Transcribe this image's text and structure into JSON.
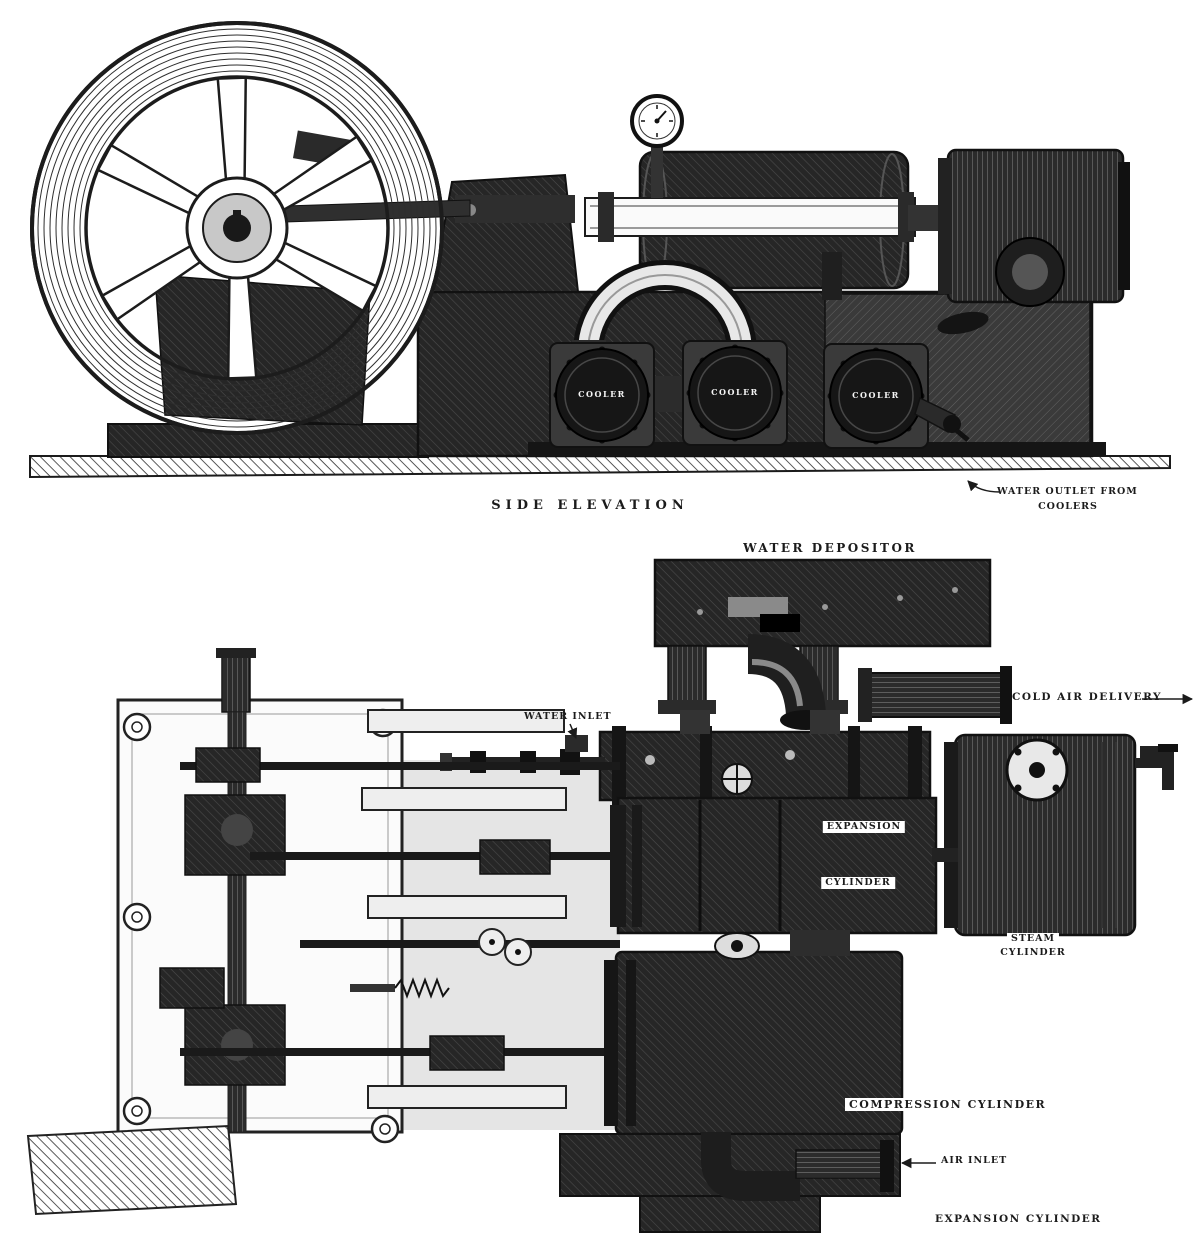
{
  "colors": {
    "ink": "#1b1b1b",
    "paper": "#ffffff"
  },
  "side_elevation": {
    "caption": "SIDE ELEVATION",
    "cooler_labels": [
      "COOLER",
      "COOLER",
      "COOLER"
    ],
    "water_outlet_note": {
      "line1": "WATER OUTLET FROM",
      "line2": "COOLERS"
    }
  },
  "plan_view": {
    "water_depositor_label": "WATER DEPOSITOR",
    "cold_air_delivery_label": "COLD AIR DELIVERY",
    "water_inlet_label": "WATER INLET",
    "expansion_cylinder_label": {
      "line1": "EXPANSION",
      "line2": "CYLINDER"
    },
    "steam_cylinder_label": {
      "line1": "STEAM",
      "line2": "CYLINDER"
    },
    "compression_cylinder_label": "COMPRESSION CYLINDER",
    "air_inlet_label": "AIR INLET",
    "expansion_cylinder_bottom_label": "EXPANSION CYLINDER"
  }
}
